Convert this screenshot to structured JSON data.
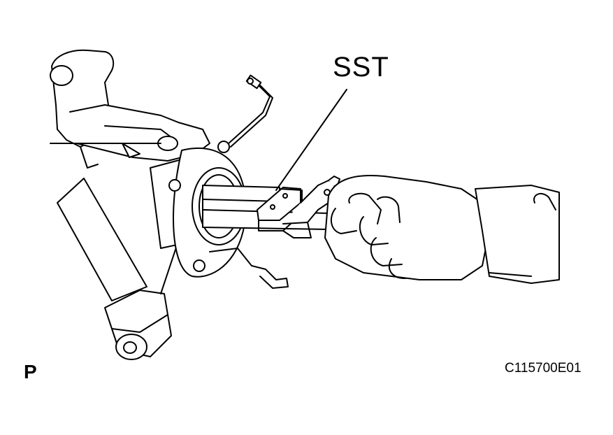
{
  "labels": {
    "tool_callout": "SST",
    "view_marker": "P",
    "figure_code": "C115700E01"
  },
  "colors": {
    "line": "#000000",
    "background": "#ffffff",
    "fill": "#ffffff"
  }
}
